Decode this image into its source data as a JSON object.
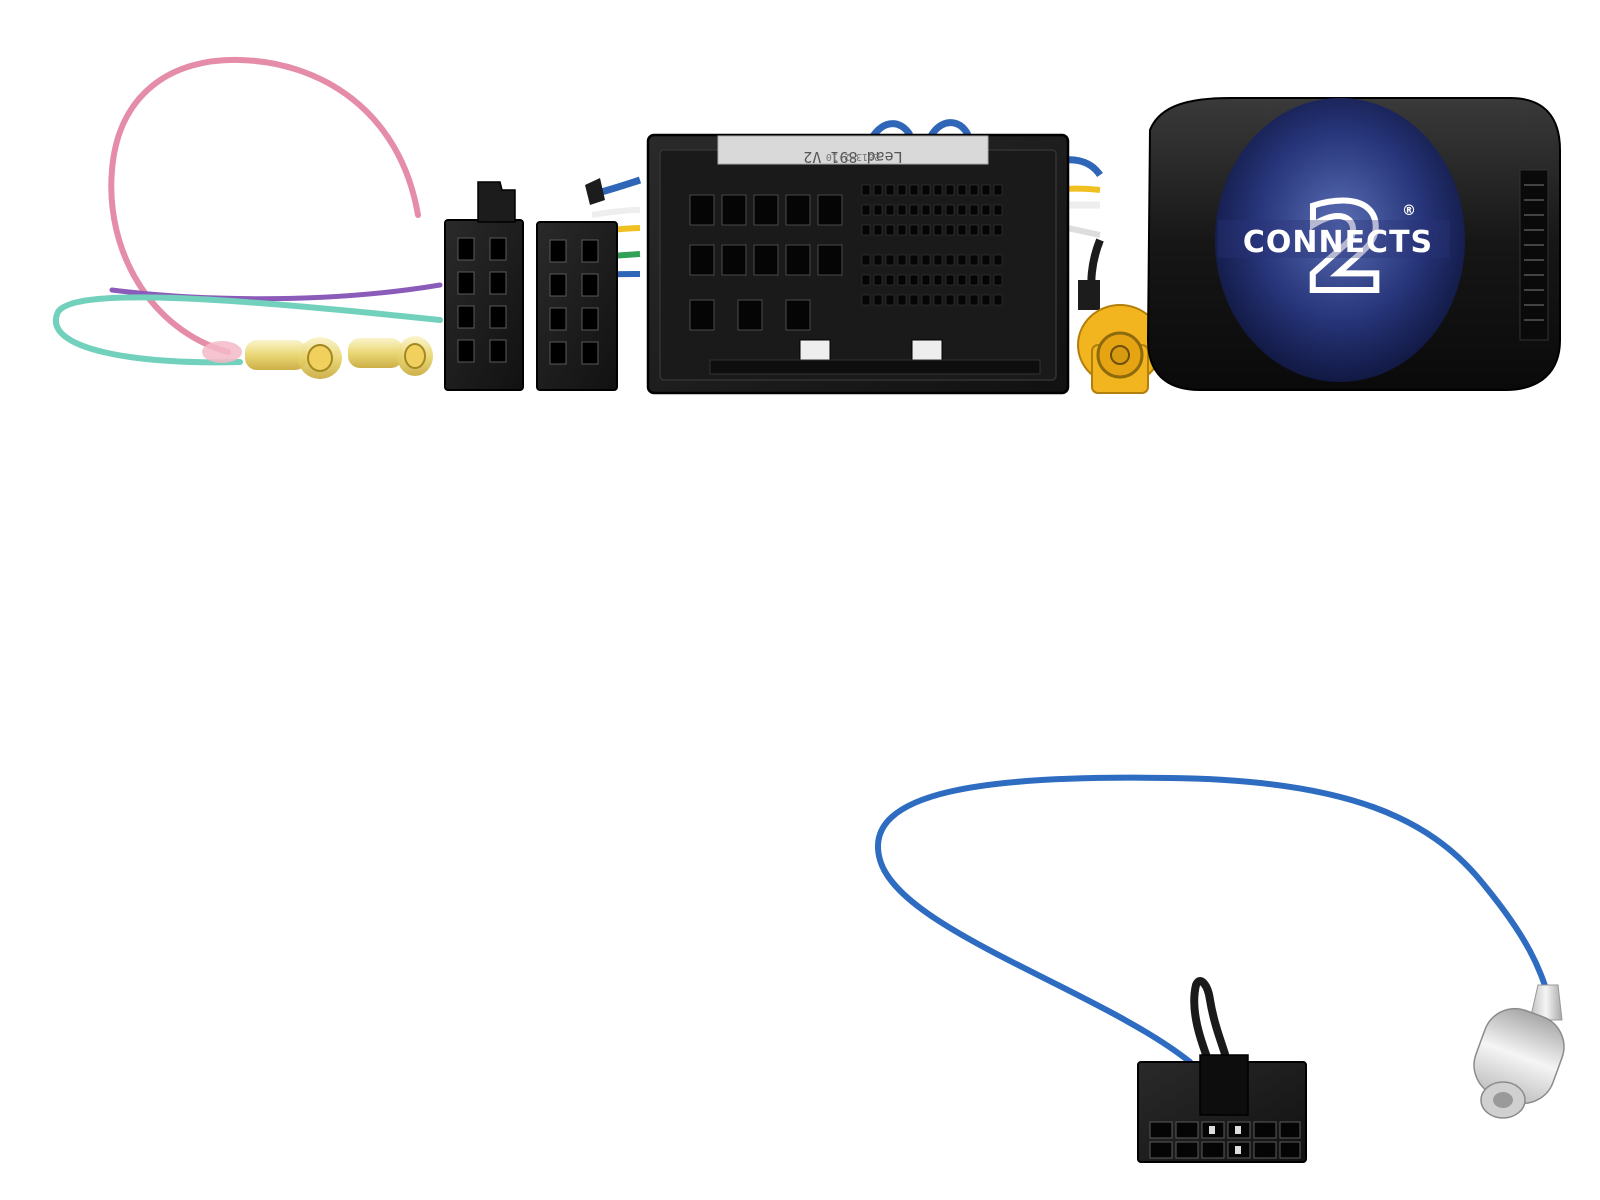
{
  "brand": {
    "logo_text": "CONNECTS",
    "logo_numeral": "2",
    "registered_mark": "®"
  },
  "module_label": {
    "line1": "Lead 891 V2",
    "line2": "2013-2-10"
  },
  "colors": {
    "background": "#ffffff",
    "connector_black": "#1d1d1d",
    "module_blue": "#1f2a66",
    "wire_pink": "#e48aa8",
    "wire_purple": "#8a5bb8",
    "wire_teal": "#6fd0b8",
    "wire_blue": "#2f66b8",
    "wire_yellow": "#f0c020",
    "rca_yellow": "#f2b51f"
  },
  "icons": [
    "iso-connector-icon",
    "multipin-connector-icon",
    "rca-plug-icon",
    "interface-module-icon",
    "molex-connector-icon",
    "antenna-plug-icon"
  ]
}
